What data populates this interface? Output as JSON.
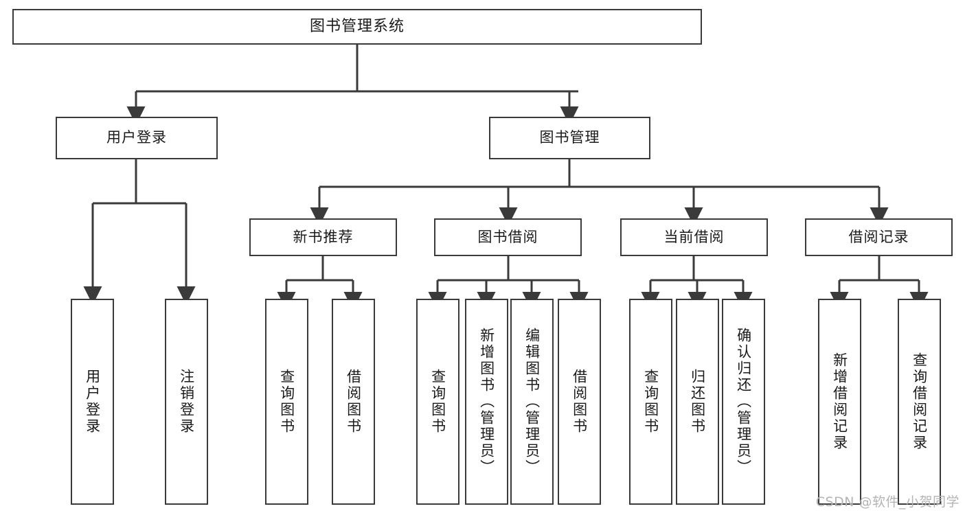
{
  "diagram": {
    "type": "tree-hierarchy",
    "title": "图书管理系统",
    "watermark": "CSDN @软件_小贺同学",
    "colors": {
      "stroke": "#3a3a3a",
      "fill": "#ffffff",
      "text": "#1a1a1a",
      "watermark": "#b4b4b4"
    },
    "nodes": {
      "root": {
        "label": "图书管理系统",
        "level": 1
      },
      "user_login": {
        "label": "用户登录",
        "level": 2
      },
      "book_manage": {
        "label": "图书管理",
        "level": 2
      },
      "new_book_rec": {
        "label": "新书推荐",
        "level": 3
      },
      "book_borrow": {
        "label": "图书借阅",
        "level": 3
      },
      "current_borrow": {
        "label": "当前借阅",
        "level": 3
      },
      "borrow_record": {
        "label": "借阅记录",
        "level": 3
      },
      "leaf_user_login": {
        "label": "用户登录",
        "level": 4
      },
      "leaf_logout": {
        "label": "注销登录",
        "level": 4
      },
      "leaf_query_book_1": {
        "label": "查询图书",
        "level": 4
      },
      "leaf_borrow_book_1": {
        "label": "借阅图书",
        "level": 4
      },
      "leaf_query_book_2": {
        "label": "查询图书",
        "level": 4
      },
      "leaf_add_book": {
        "label": "新增图书（管理员）",
        "level": 4
      },
      "leaf_edit_book": {
        "label": "编辑图书（管理员）",
        "level": 4
      },
      "leaf_borrow_book_2": {
        "label": "借阅图书",
        "level": 4
      },
      "leaf_query_book_3": {
        "label": "查询图书",
        "level": 4
      },
      "leaf_return_book": {
        "label": "归还图书",
        "level": 4
      },
      "leaf_confirm_return": {
        "label": "确认归还（管理员）",
        "level": 4
      },
      "leaf_add_record": {
        "label": "新增借阅记录",
        "level": 4
      },
      "leaf_query_record": {
        "label": "查询借阅记录",
        "level": 4
      }
    },
    "edges": [
      {
        "from": "root",
        "to": "user_login"
      },
      {
        "from": "root",
        "to": "book_manage"
      },
      {
        "from": "user_login",
        "to": "leaf_user_login"
      },
      {
        "from": "user_login",
        "to": "leaf_logout"
      },
      {
        "from": "book_manage",
        "to": "new_book_rec"
      },
      {
        "from": "book_manage",
        "to": "book_borrow"
      },
      {
        "from": "book_manage",
        "to": "current_borrow"
      },
      {
        "from": "book_manage",
        "to": "borrow_record"
      },
      {
        "from": "new_book_rec",
        "to": "leaf_query_book_1"
      },
      {
        "from": "new_book_rec",
        "to": "leaf_borrow_book_1"
      },
      {
        "from": "book_borrow",
        "to": "leaf_query_book_2"
      },
      {
        "from": "book_borrow",
        "to": "leaf_add_book"
      },
      {
        "from": "book_borrow",
        "to": "leaf_edit_book"
      },
      {
        "from": "book_borrow",
        "to": "leaf_borrow_book_2"
      },
      {
        "from": "current_borrow",
        "to": "leaf_query_book_3"
      },
      {
        "from": "current_borrow",
        "to": "leaf_return_book"
      },
      {
        "from": "current_borrow",
        "to": "leaf_confirm_return"
      },
      {
        "from": "borrow_record",
        "to": "leaf_add_record"
      },
      {
        "from": "borrow_record",
        "to": "leaf_query_record"
      }
    ]
  }
}
